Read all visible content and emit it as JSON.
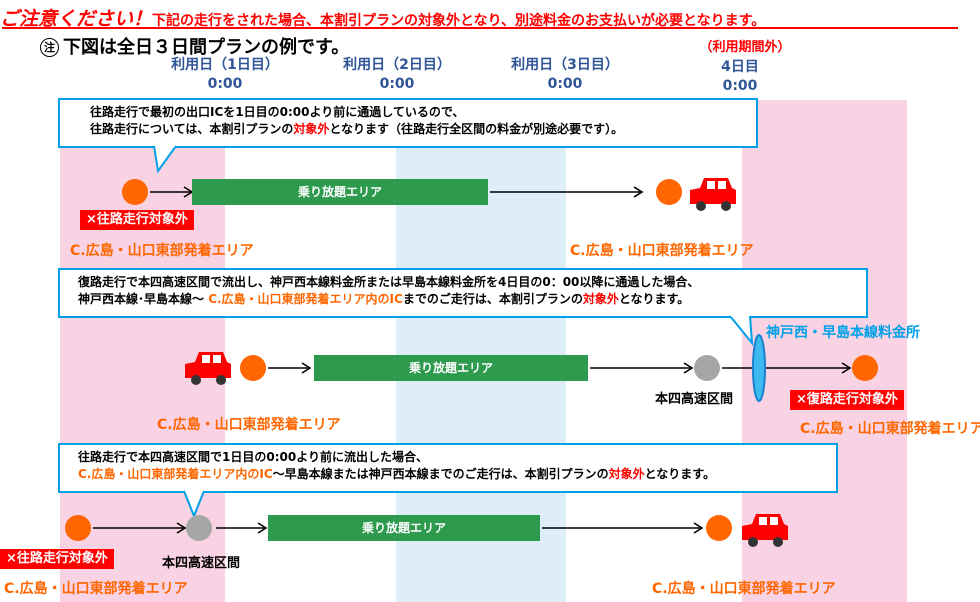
{
  "warning": {
    "lead": "ご注意ください！",
    "text": "下記の走行をされた場合、本割引プランの対象外となり、別途料金のお支払いが必要となります。"
  },
  "note": {
    "mark": "注",
    "text": "下図は全日３日間プランの例です。"
  },
  "days": [
    {
      "label": "利用日（1日目）",
      "time": "0:00"
    },
    {
      "label": "利用日（2日目）",
      "time": "0:00"
    },
    {
      "label": "利用日（3日目）",
      "time": "0:00"
    },
    {
      "label": "4日目",
      "time": "0:00",
      "note": "（利用期間外）"
    }
  ],
  "free_area_label": "乗り放題エリア",
  "area_name": "C.広島・山口東部発着エリア",
  "honshi_label": "本四高速区間",
  "toll_label": "神戸西・早島本線料金所",
  "scenario1": {
    "line1": "往路走行で最初の出口ICを1日目の0:00より前に通過しているので、",
    "line2a": "往路走行については、本割引プランの",
    "line2b": "対象外",
    "line2c": "となります（往路走行全区間の料金が別途必要です）。",
    "badge": "×往路走行対象外"
  },
  "scenario2": {
    "line1": "復路走行で本四高速区間で流出し、神戸西本線料金所または早島本線料金所を4日目の0：00以降に通過した場合、",
    "line2a": "神戸西本線･早島本線～ ",
    "line2b": "C.広島・山口東部発着エリア内のIC",
    "line2c": "までのご走行は、本割引プランの",
    "line2d": "対象外",
    "line2e": "となります。",
    "badge": "×復路走行対象外"
  },
  "scenario3": {
    "line1": "往路走行で本四高速区間で1日目の0:00より前に流出した場合、",
    "line2a": "C.広島・山口東部発着エリア内のIC",
    "line2b": "～早島本線または神戸西本線までのご走行は、本割引プランの",
    "line2c": "対象外",
    "line2d": "となります。",
    "badge": "×往路走行対象外"
  },
  "colors": {
    "warning": "#ff0000",
    "day_header": "#2f5597",
    "pink_zone": "#f9d3e3",
    "blue_zone": "#deeef8",
    "callout_border": "#00a0e9",
    "free_area": "#2e9a4e",
    "area_text": "#ff6600",
    "car": "#ff0000",
    "junction": "#a6a6a6"
  },
  "icons": [
    "car-icon",
    "orange-dot-icon",
    "gray-dot-icon",
    "arrow-right-icon",
    "toll-gate-icon"
  ]
}
